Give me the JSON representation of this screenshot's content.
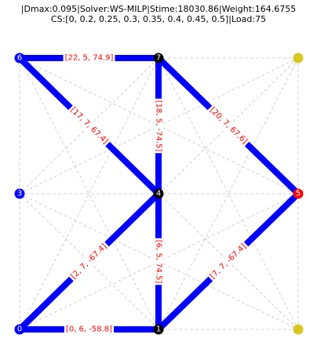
{
  "header": {
    "line1": "|Dmax:0.095|Solver:WS-MILP|Stime:18030.86|Weight:164.6755",
    "line2": "CS:[0, 0.2, 0.25, 0.3, 0.35, 0.4, 0.45, 0.5]|Load:75"
  },
  "colors": {
    "edge": "#0000ff",
    "grid": "#c8c8c8",
    "edge_label": "#ff0000",
    "node_blue": "#0000ff",
    "node_black": "#000000",
    "node_red": "#ff0000",
    "node_gold": "#d8c820"
  },
  "nodes": [
    {
      "id": "0",
      "label": "0",
      "color": "node_blue"
    },
    {
      "id": "1",
      "label": "1",
      "color": "node_black"
    },
    {
      "id": "2",
      "label": "",
      "color": "node_gold"
    },
    {
      "id": "3",
      "label": "3",
      "color": "node_blue"
    },
    {
      "id": "4",
      "label": "4",
      "color": "node_black"
    },
    {
      "id": "5",
      "label": "5",
      "color": "node_red"
    },
    {
      "id": "6",
      "label": "6",
      "color": "node_blue"
    },
    {
      "id": "7",
      "label": "7",
      "color": "node_black"
    },
    {
      "id": "8",
      "label": "",
      "color": "node_gold"
    }
  ],
  "edges": [
    {
      "from": "6",
      "to": "7",
      "label": "[22, 5, 74.9]"
    },
    {
      "from": "6",
      "to": "4",
      "label": "[17, 7, 67.4]"
    },
    {
      "from": "7",
      "to": "4",
      "label": "[18, 5, -74.5]"
    },
    {
      "from": "7",
      "to": "5",
      "label": "[20, 7, 67.6]"
    },
    {
      "from": "4",
      "to": "0",
      "label": "[2, 7, -67.4]"
    },
    {
      "from": "4",
      "to": "1",
      "label": "[6, 5, 74.5]"
    },
    {
      "from": "5",
      "to": "1",
      "label": "[7, 7, -67.4]"
    },
    {
      "from": "0",
      "to": "1",
      "label": "[0, 6, -58.8]"
    }
  ]
}
